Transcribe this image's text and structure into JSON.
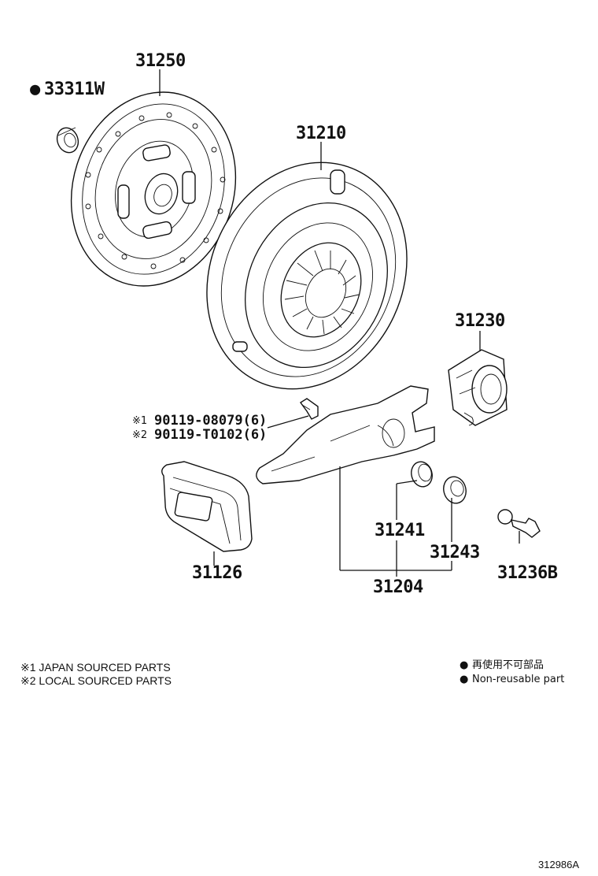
{
  "parts": {
    "clutch_disc": "31250",
    "pilot_bearing_prefix": "●",
    "pilot_bearing": "33311W",
    "clutch_cover": "31210",
    "release_bearing": "31230",
    "bolt_mark_1": "※1",
    "bolt_part_1": "90119-08079(6)",
    "bolt_mark_2": "※2",
    "bolt_part_2": "90119-T0102(6)",
    "release_fork_boot": "31126",
    "fork_bushing": "31241",
    "fork_seal": "31243",
    "release_fork_assy": "31204",
    "fork_support_ball": "31236B"
  },
  "notes": {
    "japan": "※1 JAPAN SOURCED PARTS",
    "local": "※2 LOCAL SOURCED PARTS"
  },
  "legend": {
    "bullet": "●",
    "jp": "再使用不可部品",
    "en": "Non-reusable part"
  },
  "figure_ref": "312986A"
}
